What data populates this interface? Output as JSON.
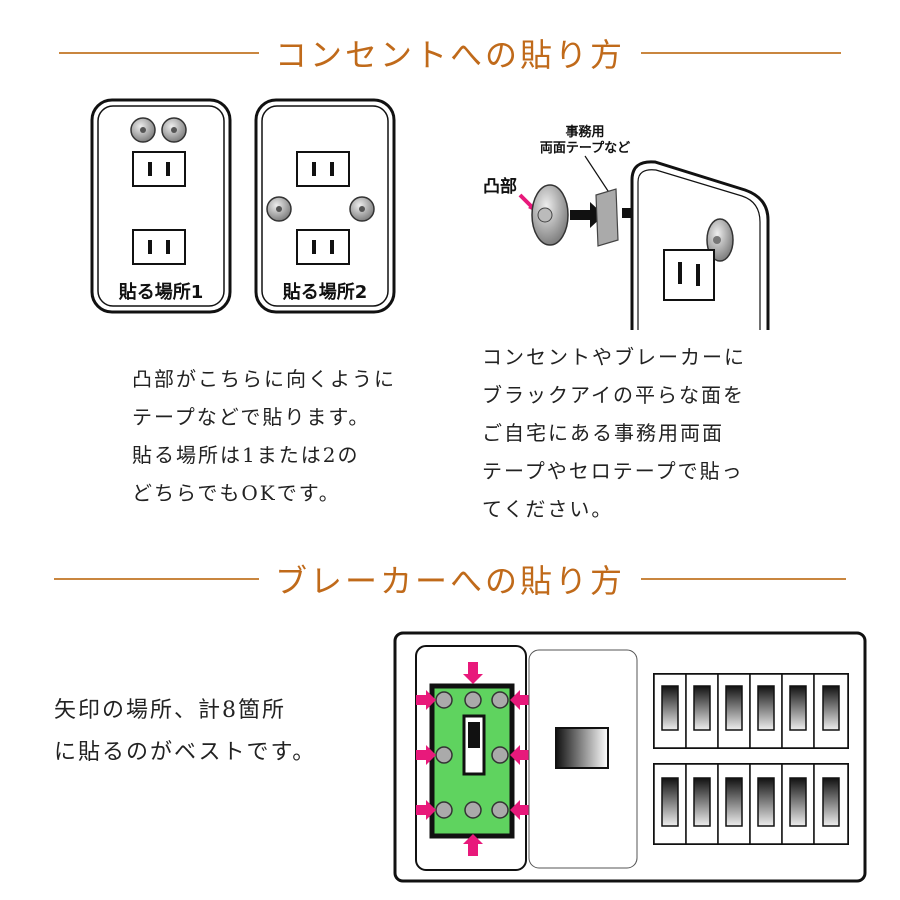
{
  "outlet_section": {
    "title": "コンセントへの貼り方",
    "place1_label": "貼る場所1",
    "place2_label": "貼る場所2",
    "tape_label_line1": "事務用",
    "tape_label_line2": "両面テープなど",
    "convex_label": "凸部",
    "left_text": "凸部がこちらに向くように\nテープなどで貼ります。\n貼る場所は1または2の\nどちらでもOKです。",
    "right_text": "コンセントやブレーカーに\nブラックアイの平らな面を\nご自宅にある事務用両面\nテープやセロテープで貼っ\nてください。"
  },
  "breaker_section": {
    "title": "ブレーカーへの貼り方",
    "text": "矢印の場所、計8箇所\nに貼るのがベストです。",
    "arrow_count": 8,
    "colors": {
      "accent": "#c06a1a",
      "arrow": "#e8197b",
      "breaker_green": "#5fd35f"
    }
  }
}
